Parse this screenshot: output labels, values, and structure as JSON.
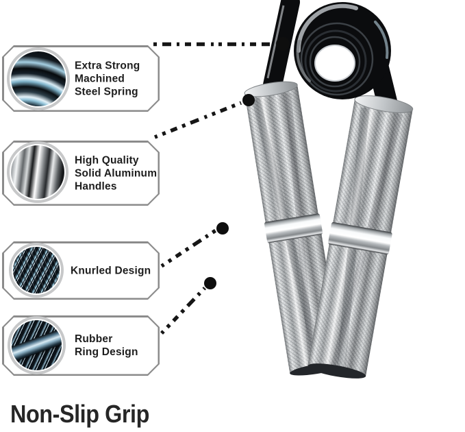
{
  "page": {
    "caption": "Non-Slip Grip",
    "background_color": "#ffffff"
  },
  "callouts": [
    {
      "label_lines": [
        "Extra Strong",
        "Machined",
        "Steel Spring"
      ],
      "thumb_icon": "spring-coil-closeup"
    },
    {
      "label_lines": [
        "High Quality",
        "Solid Aluminum",
        "Handles"
      ],
      "thumb_icon": "aluminum-handle-closeup"
    },
    {
      "label_lines": [
        "Knurled Design"
      ],
      "thumb_icon": "knurled-texture-closeup"
    },
    {
      "label_lines": [
        "Rubber",
        "Ring Design"
      ],
      "thumb_icon": "rubber-ring-closeup"
    }
  ],
  "colors": {
    "callout_border": "#8b8b8b",
    "thumb_ring": "#c7c8c9",
    "label_text": "#1d1d1d",
    "caption_text": "#262626",
    "spring_black": "#0b0c0e",
    "handle_silver": "#dcdedf",
    "accent_blue": "#aad3e4",
    "leader_line": "#161616"
  }
}
